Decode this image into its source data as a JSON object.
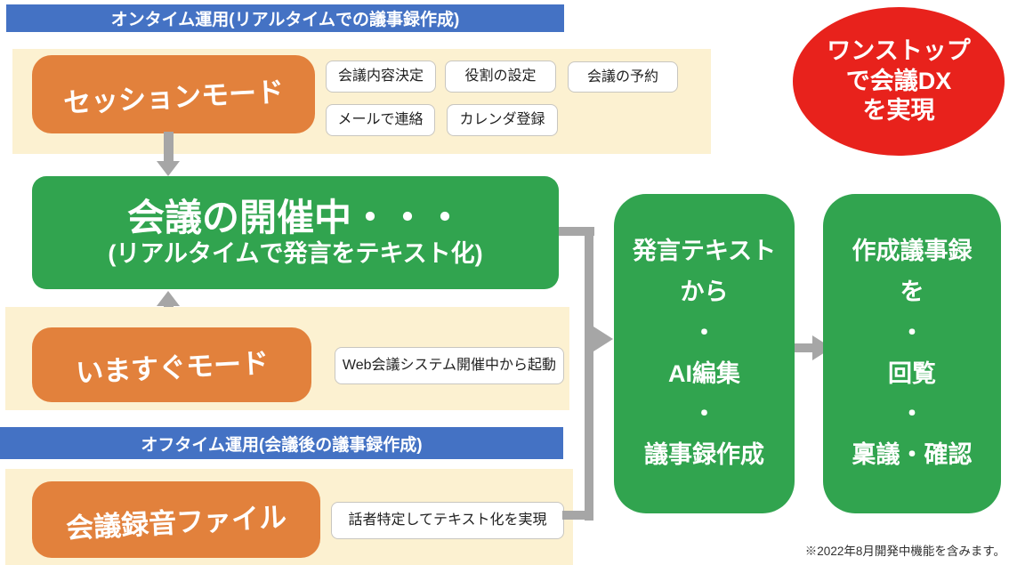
{
  "colors": {
    "banner_blue": "#4472C4",
    "panel_cream": "#FCF1D1",
    "box_orange": "#E2813C",
    "box_green": "#31A44F",
    "badge_red": "#E8221C",
    "arrow_gray": "#A6A6A6"
  },
  "banners": {
    "ontime": "オンタイム運用(リアルタイムでの議事録作成)",
    "offtime": "オフタイム運用(会議後の議事録作成)"
  },
  "badge": "ワンストップ\nで会議DX\nを実現",
  "session_mode": {
    "label": "セッションモード",
    "chips": [
      "会議内容決定",
      "役割の設定",
      "会議の予約",
      "メールで連絡",
      "カレンダ登録"
    ]
  },
  "meeting_live": {
    "title": "会議の開催中・・・",
    "subtitle": "(リアルタイムで発言をテキスト化)"
  },
  "now_mode": {
    "label": "いますぐモード",
    "chip": "Web会議システム開催中から起動"
  },
  "recording": {
    "label": "会議録音ファイル",
    "chip": "話者特定してテキスト化を実現"
  },
  "pipeline": {
    "step1": "発言テキスト\nから\n・\nAI編集\n・\n議事録作成",
    "step2": "作成議事録\nを\n・\n回覧\n・\n稟議・確認"
  },
  "footnote": "※2022年8月開発中機能を含みます。"
}
